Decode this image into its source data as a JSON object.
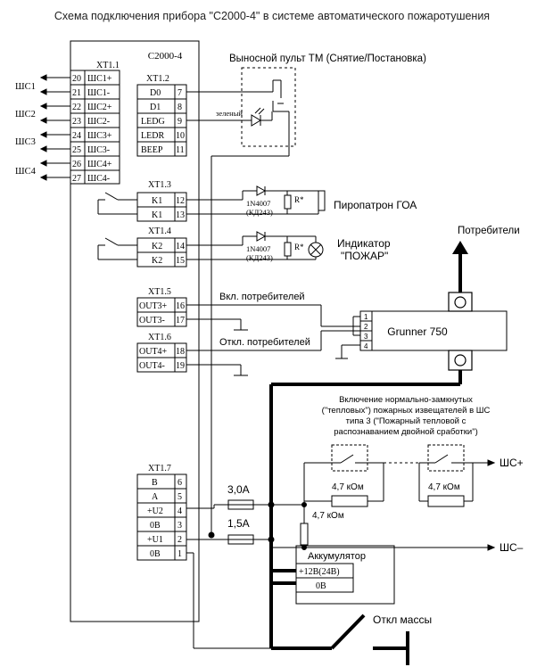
{
  "title": "Схема подключения прибора \"С2000-4\" в системе автоматического пожаротушения",
  "device": {
    "name": "С2000-4",
    "xt11": {
      "label": "XT1.1",
      "pins": [
        {
          "num": "20",
          "sig": "ШС1+"
        },
        {
          "num": "21",
          "sig": "ШС1-"
        },
        {
          "num": "22",
          "sig": "ШС2+"
        },
        {
          "num": "23",
          "sig": "ШС2-"
        },
        {
          "num": "24",
          "sig": "ШС3+"
        },
        {
          "num": "25",
          "sig": "ШС3-"
        },
        {
          "num": "26",
          "sig": "ШС4+"
        },
        {
          "num": "27",
          "sig": "ШС4-"
        }
      ],
      "loops": [
        "ШС1",
        "ШС2",
        "ШС3",
        "ШС4"
      ]
    },
    "xt12": {
      "label": "XT1.2",
      "pins": [
        {
          "num": "7",
          "sig": "D0"
        },
        {
          "num": "8",
          "sig": "D1"
        },
        {
          "num": "9",
          "sig": "LEDG"
        },
        {
          "num": "10",
          "sig": "LEDR"
        },
        {
          "num": "11",
          "sig": "BEEP"
        }
      ]
    },
    "xt13": {
      "label": "XT1.3",
      "pins": [
        {
          "num": "12",
          "sig": "K1"
        },
        {
          "num": "13",
          "sig": "K1"
        }
      ]
    },
    "xt14": {
      "label": "XT1.4",
      "pins": [
        {
          "num": "14",
          "sig": "K2"
        },
        {
          "num": "15",
          "sig": "K2"
        }
      ]
    },
    "xt15": {
      "label": "XT1.5",
      "pins": [
        {
          "num": "16",
          "sig": "OUT3+"
        },
        {
          "num": "17",
          "sig": "OUT3-"
        }
      ]
    },
    "xt16": {
      "label": "XT1.6",
      "pins": [
        {
          "num": "18",
          "sig": "OUT4+"
        },
        {
          "num": "19",
          "sig": "OUT4-"
        }
      ]
    },
    "xt17": {
      "label": "XT1.7",
      "pins": [
        {
          "num": "6",
          "sig": "B"
        },
        {
          "num": "5",
          "sig": "A"
        },
        {
          "num": "4",
          "sig": "+U2"
        },
        {
          "num": "3",
          "sig": "0B"
        },
        {
          "num": "2",
          "sig": "+U1"
        },
        {
          "num": "1",
          "sig": "0B"
        }
      ]
    }
  },
  "remote": {
    "title": "Выносной пульт ТМ (Снятие/Постановка)",
    "led_label": "зеленый"
  },
  "diode1": {
    "label1": "1N4007",
    "label2": "(КД243)",
    "resistor": "R*",
    "load": "Пиропатрон ГОА"
  },
  "diode2": {
    "label1": "1N4007",
    "label2": "(КД243)",
    "resistor": "R*",
    "load1": "Индикатор",
    "load2": "\"ПОЖАР\""
  },
  "relay": {
    "name": "Grunner 750",
    "terminals": [
      "1",
      "2",
      "3",
      "4"
    ],
    "on_label": "Вкл. потребителей",
    "off_label": "Откл. потребителей",
    "consumers": "Потребители"
  },
  "detectors": {
    "caption": [
      "Включение нормально-замкнутых",
      "(\"тепловых\") пожарных извещателей в ШС",
      "типа 3 (\"Пожарный тепловой с",
      "распознаванием двойной сработки\")"
    ],
    "r1": "4,7 кОм",
    "r2": "4,7 кОм",
    "r3": "4,7 кОм",
    "plus": "ШС+",
    "minus": "ШС–"
  },
  "fuses": {
    "f1": "3,0А",
    "f2": "1,5А"
  },
  "battery": {
    "title": "Аккумулятор",
    "plus": "+12В(24В)",
    "minus": "0В"
  },
  "mass": "Откл массы"
}
